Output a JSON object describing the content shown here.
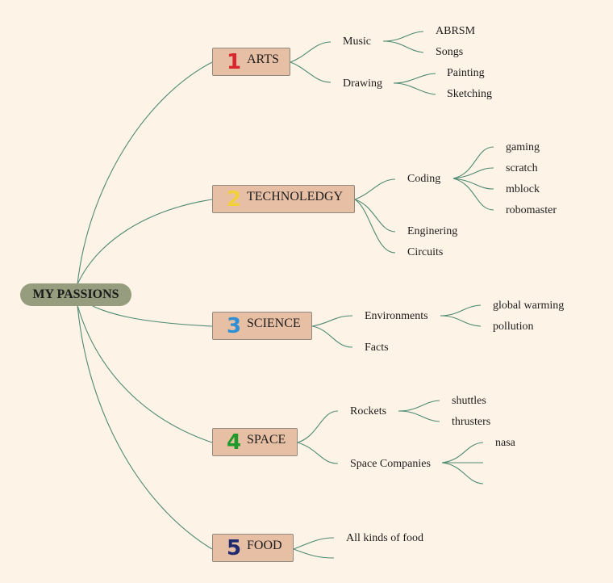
{
  "root": {
    "label": "MY PASSIONS"
  },
  "topics": [
    {
      "number": "1",
      "label": "ARTS",
      "color": "#d8262c"
    },
    {
      "number": "2",
      "label": "TECHNOLEDGY",
      "color": "#f2d03b"
    },
    {
      "number": "3",
      "label": "SCIENCE",
      "color": "#2e8fd4"
    },
    {
      "number": "4",
      "label": "SPACE",
      "color": "#1f9a2b"
    },
    {
      "number": "5",
      "label": "FOOD",
      "color": "#1f2a6e"
    }
  ],
  "subtopics": {
    "music": "Music",
    "drawing": "Drawing",
    "coding": "Coding",
    "enginering": "Enginering",
    "circuits": "Circuits",
    "environments": "Environments",
    "facts": "Facts",
    "rockets": "Rockets",
    "space_companies": "Space Companies",
    "all_kinds_of_food": "All kinds of food"
  },
  "leaves": {
    "abrsm": "ABRSM",
    "songs": "Songs",
    "painting": "Painting",
    "sketching": "Sketching",
    "gaming": "gaming",
    "scratch": "scratch",
    "mblock": "mblock",
    "robomaster": "robomaster",
    "global_warming": "global warming",
    "pollution": "pollution",
    "shuttles": "shuttles",
    "thrusters": "thrusters",
    "nasa": "nasa"
  }
}
